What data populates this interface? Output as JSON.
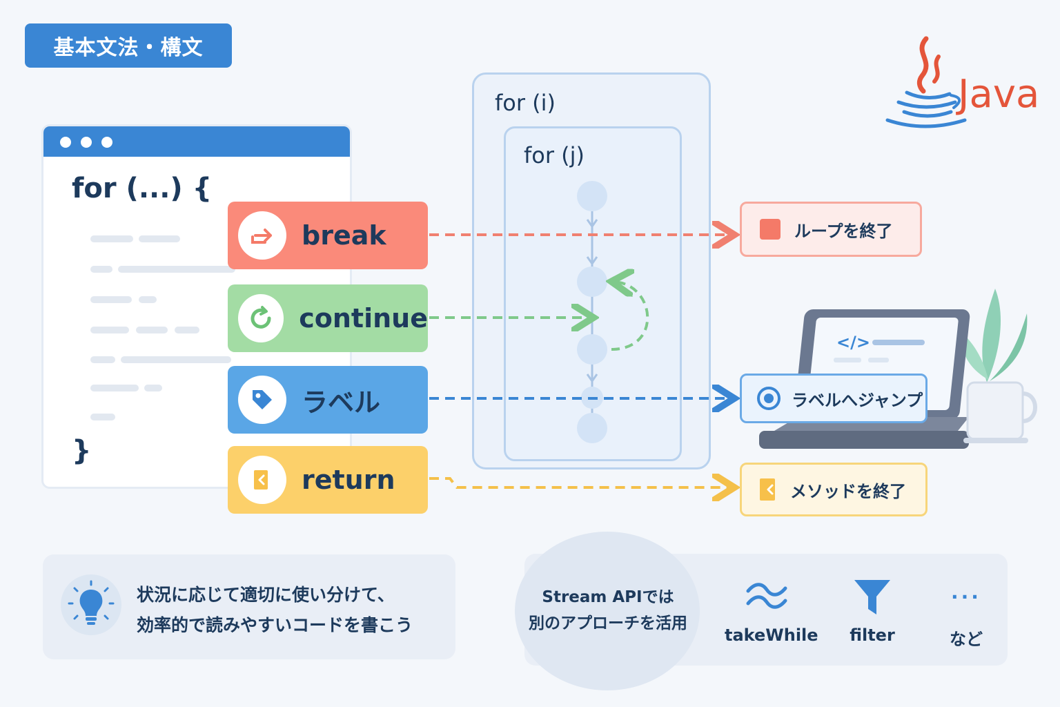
{
  "header": {
    "tag": "基本文法・構文"
  },
  "logo": {
    "text": "Java",
    "color": "#e4553a"
  },
  "code": {
    "open": "for (...) {",
    "close": "}"
  },
  "keywords": [
    {
      "label": "break",
      "icon": "exit-arrow-icon",
      "color": "#fa8a7a"
    },
    {
      "label": "continue",
      "icon": "loop-circle-icon",
      "color": "#a3dca4"
    },
    {
      "label": "ラベル",
      "icon": "tag-icon",
      "color": "#5aa6e6"
    },
    {
      "label": "return",
      "icon": "door-exit-icon",
      "color": "#fcd06a"
    }
  ],
  "loops": {
    "outer": "for (i)",
    "inner": "for (j)"
  },
  "results": {
    "break": "ループを終了",
    "label": "ラベルへジャンプ",
    "return": "メソッドを終了"
  },
  "tip": {
    "line1": "状況に応じて適切に使い分けて、",
    "line2": "効率的で読みやすいコードを書こう"
  },
  "stream": {
    "line1": "Stream APIでは",
    "line2": "別のアプローチを活用",
    "items": [
      "takeWhile",
      "filter",
      "など"
    ]
  }
}
